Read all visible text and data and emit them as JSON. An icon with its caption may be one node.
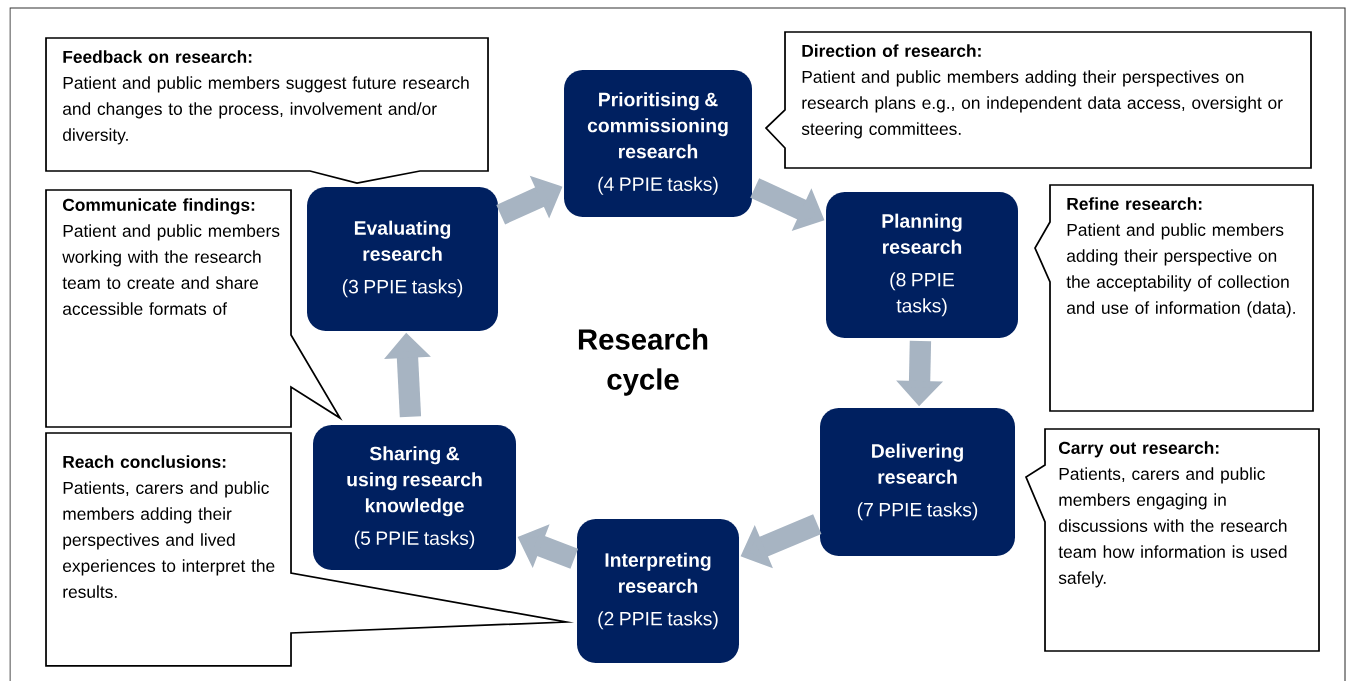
{
  "diagram": {
    "nodes": [
      {
        "text": [
          "Prioritising & commissioning research",
          "(4 PPIE tasks)"
        ]
      },
      {
        "text": [
          "Planning research",
          "(8 PPIE tasks)"
        ]
      },
      {
        "text": [
          "Delivering research",
          "(7 PPIE tasks)"
        ]
      },
      {
        "text": [
          "Interpreting research",
          "(2 PPIE tasks)"
        ]
      },
      {
        "text": [
          "Sharing & using research knowledge",
          "(5 PPIE tasks)"
        ]
      },
      {
        "text": [
          "Evaluating research",
          "(3 PPIE tasks)"
        ]
      },
      {
        "text": [
          "Feedback on research:",
          "Patient and public members suggest future research and changes to the process, involvement and/or diversity."
        ]
      },
      {
        "text": [
          "Direction of research:",
          "Patient and public members adding their perspectives on research plans e.g., on independent data access, oversight or steering committees."
        ]
      },
      {
        "text": [
          "Refine research:",
          "Patient and public members adding their perspective on the acceptability of collection and use of information (data)."
        ]
      },
      {
        "text": [
          "Communicate findings:",
          "Patient and public members working with the research team to create and share accessible formats of"
        ]
      },
      {
        "text": [
          "Carry out research:",
          "Patients, carers and public members engaging in discussions with the research team how information is used safely."
        ]
      },
      {
        "text": [
          "Reach conclusions:",
          "Patients, carers and public members adding their perspectives and lived experiences to interpret the results."
        ]
      }
    ],
    "edges": [
      {
        "from": 0,
        "to": 1,
        "arrow": "to"
      },
      {
        "from": 1,
        "to": 2,
        "arrow": "to"
      },
      {
        "from": 2,
        "to": 3,
        "arrow": "to"
      },
      {
        "from": 3,
        "to": 4,
        "arrow": "to"
      },
      {
        "from": 4,
        "to": 5,
        "arrow": "to"
      },
      {
        "from": 5,
        "to": 0,
        "arrow": "to"
      }
    ],
    "labels": [
      "Research cycle"
    ]
  }
}
